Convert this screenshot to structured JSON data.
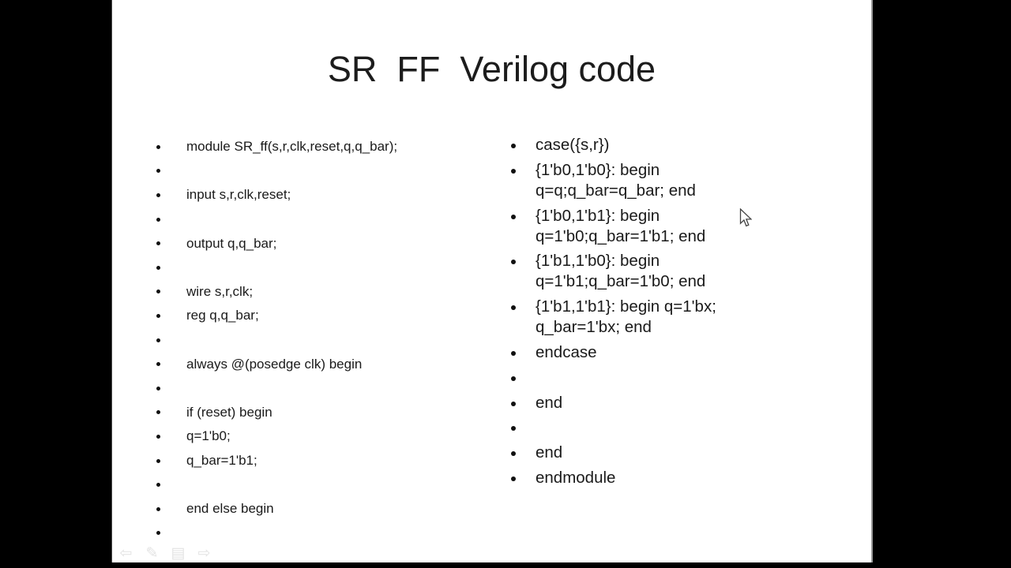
{
  "slide": {
    "title": "SR  FF  Verilog code",
    "left_column": {
      "items": [
        {
          "lines": [
            "module SR_ff(s,r,clk,reset,q,q_bar);"
          ]
        },
        {
          "lines": []
        },
        {
          "lines": [
            "input s,r,clk,reset;"
          ]
        },
        {
          "lines": []
        },
        {
          "lines": [
            "output q,q_bar;"
          ]
        },
        {
          "lines": []
        },
        {
          "lines": [
            "wire s,r,clk;"
          ]
        },
        {
          "lines": [
            "reg q,q_bar;"
          ]
        },
        {
          "lines": []
        },
        {
          "lines": [
            "always @(posedge clk) begin"
          ]
        },
        {
          "lines": []
        },
        {
          "lines": [
            "if (reset) begin"
          ]
        },
        {
          "lines": [
            "q=1'b0;"
          ]
        },
        {
          "lines": [
            "q_bar=1'b1;"
          ]
        },
        {
          "lines": []
        },
        {
          "lines": [
            "end else begin"
          ]
        },
        {
          "lines": []
        }
      ]
    },
    "right_column": {
      "items": [
        {
          "lines": [
            "case({s,r})"
          ]
        },
        {
          "lines": [
            "{1'b0,1'b0}: begin",
            "q=q;q_bar=q_bar; end"
          ]
        },
        {
          "lines": [
            "{1'b0,1'b1}: begin",
            "q=1'b0;q_bar=1'b1; end"
          ]
        },
        {
          "lines": [
            "{1'b1,1'b0}: begin",
            "q=1'b1;q_bar=1'b0; end"
          ]
        },
        {
          "lines": [
            "{1'b1,1'b1}: begin q=1'bx;",
            "q_bar=1'bx; end"
          ]
        },
        {
          "lines": [
            "endcase"
          ]
        },
        {
          "lines": []
        },
        {
          "lines": [
            "end"
          ]
        },
        {
          "lines": []
        },
        {
          "lines": [
            "end"
          ]
        },
        {
          "lines": [
            "endmodule"
          ]
        }
      ]
    }
  },
  "presenter_controls": {
    "icons": [
      {
        "name": "previous-slide-arrow-icon",
        "glyph": "⇦"
      },
      {
        "name": "pen-tool-icon",
        "glyph": "✎"
      },
      {
        "name": "slide-menu-icon",
        "glyph": "▤"
      },
      {
        "name": "next-slide-arrow-icon",
        "glyph": "⇨"
      }
    ]
  },
  "colors": {
    "page_background": "#000000",
    "slide_background": "#ffffff",
    "text": "#1a1a1a",
    "controls": "#e3e3e3"
  }
}
